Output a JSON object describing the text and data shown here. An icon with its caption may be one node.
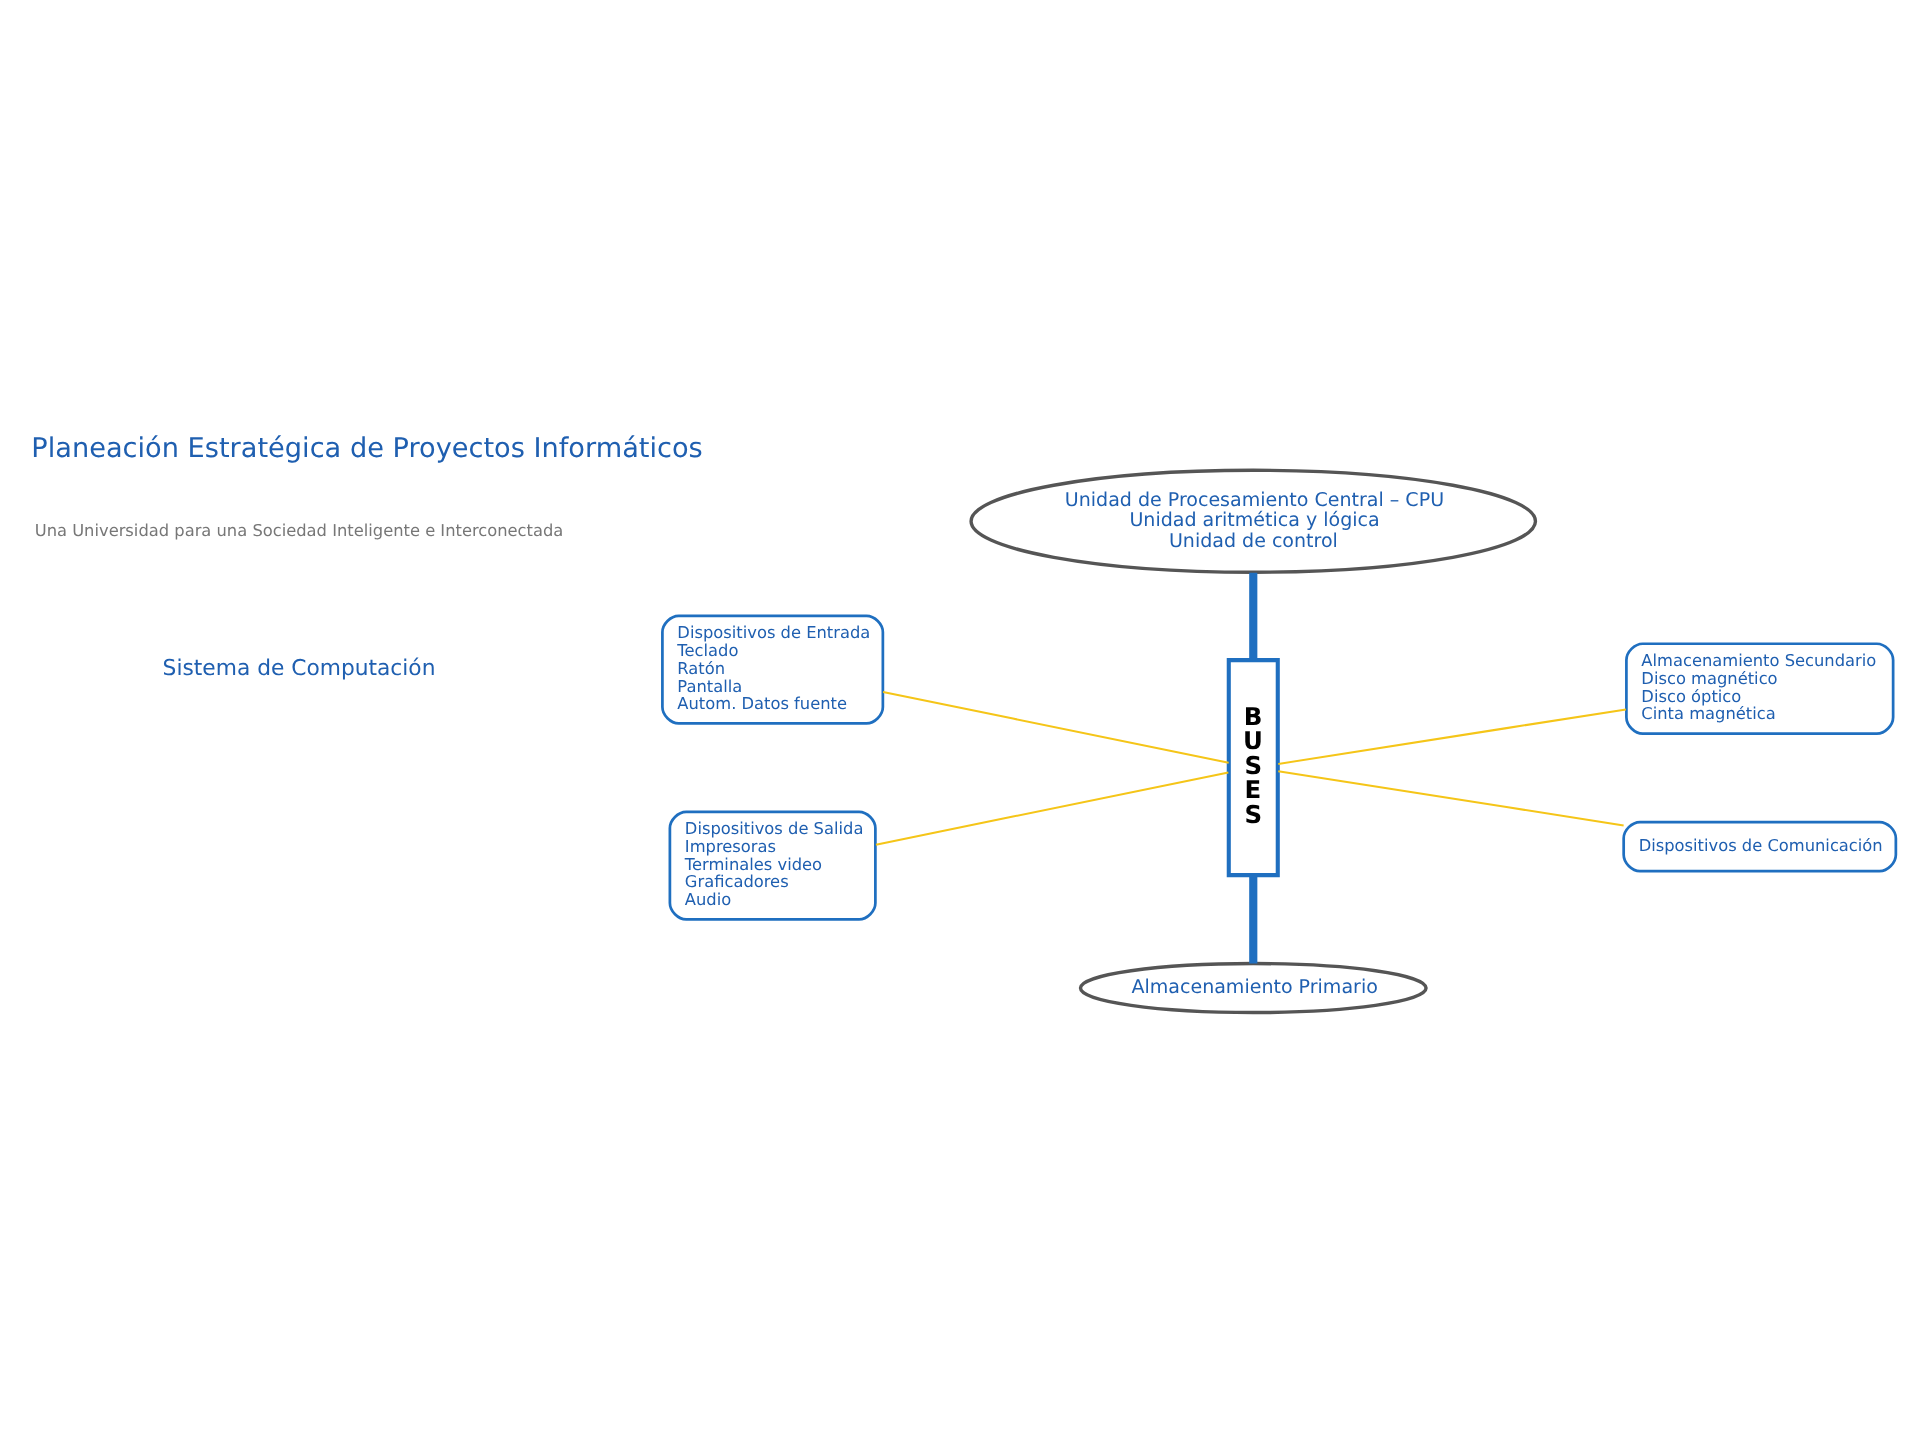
{
  "diagram": {
    "title": "Planeación Estratégica de Proyectos Informáticos",
    "nodes": [
      {
        "text": [
          "Unidad de Procesamiento Central – CPU",
          "Unidad aritmética y lógica",
          "Unidad de control"
        ]
      },
      {
        "text": [
          "Dispositivos de Entrada",
          "Teclado",
          "Ratón",
          "Pantalla",
          "Autom. Datos fuente"
        ]
      },
      {
        "text": [
          "Dispositivos de Salida",
          "Impresoras",
          "Terminales video",
          "Graficadores",
          "Audio"
        ]
      },
      {
        "text": [
          "BUSES"
        ]
      },
      {
        "text": [
          "Almacenamiento Secundario",
          "Disco magnético",
          "Disco óptico",
          "Cinta magnética"
        ]
      },
      {
        "text": [
          "Dispositivos de Comunicación"
        ]
      },
      {
        "text": [
          "Almacenamiento Primario"
        ]
      }
    ],
    "edges": [
      {
        "from": 0,
        "to": 3,
        "arrow": "none",
        "style": "thick",
        "color": "#1f6fc0"
      },
      {
        "from": 3,
        "to": 6,
        "arrow": "none",
        "style": "thick",
        "color": "#1f6fc0"
      },
      {
        "from": 1,
        "to": 3,
        "arrow": "none"
      },
      {
        "from": 2,
        "to": 3,
        "arrow": "none"
      },
      {
        "from": 3,
        "to": 4,
        "arrow": "none"
      },
      {
        "from": 3,
        "to": 5,
        "arrow": "none"
      }
    ],
    "labels": [
      "Una Universidad para una Sociedad Inteligente e Interconectada",
      "Sistema de Computación"
    ]
  }
}
